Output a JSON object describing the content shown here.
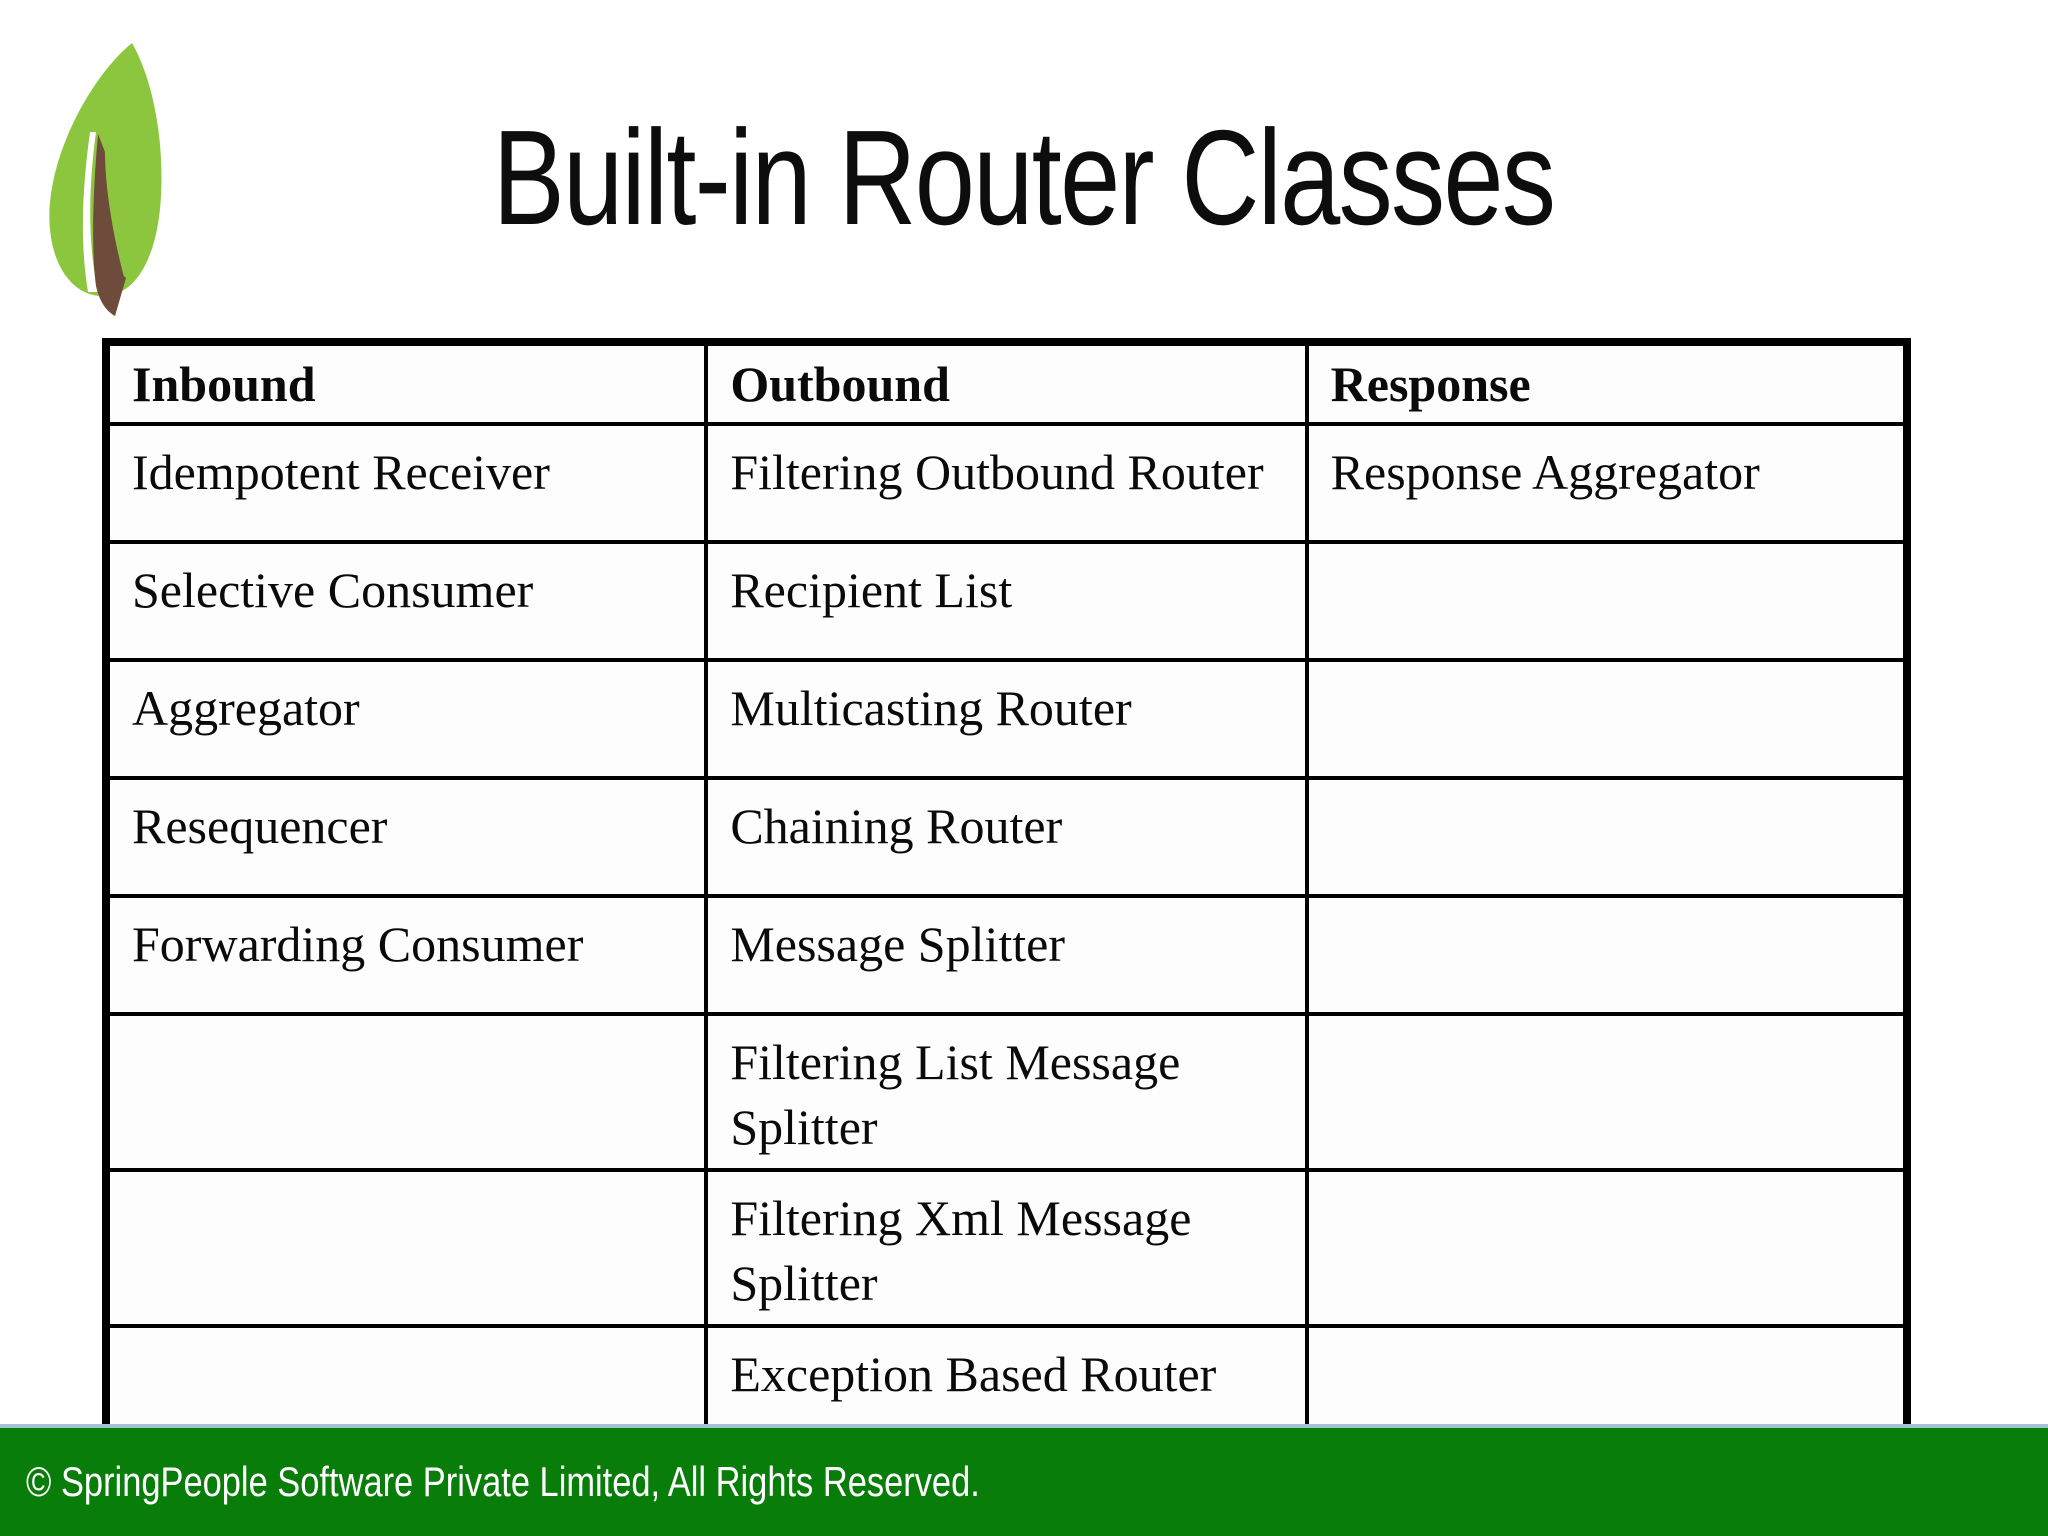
{
  "title": "Built-in Router Classes",
  "logo": {
    "icon": "leaf-icon"
  },
  "table": {
    "headers": [
      "Inbound",
      "Outbound",
      "Response"
    ],
    "rows": [
      [
        "Idempotent Receiver",
        "Filtering Outbound Router",
        "Response Aggregator"
      ],
      [
        "Selective Consumer",
        "Recipient List",
        ""
      ],
      [
        "Aggregator",
        "Multicasting Router",
        ""
      ],
      [
        "Resequencer",
        "Chaining Router",
        ""
      ],
      [
        "Forwarding Consumer",
        "Message Splitter",
        ""
      ],
      [
        "",
        "Filtering List Message Splitter",
        ""
      ],
      [
        "",
        "Filtering Xml Message Splitter",
        ""
      ],
      [
        "",
        "Exception Based Router",
        ""
      ]
    ]
  },
  "footer": {
    "copyright": "© SpringPeople Software Private Limited, All Rights Reserved."
  },
  "colors": {
    "leaf_green": "#8cc63e",
    "stem_brown": "#6e4b3b",
    "footer_green": "#097d09",
    "accent_line": "#a4c2d6",
    "table_border": "#000000",
    "text": "#0a0a0a"
  }
}
